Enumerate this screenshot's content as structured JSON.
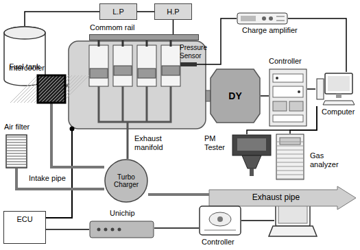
{
  "diagram": {
    "nodes": [
      {
        "text": [
          "Fuel tank"
        ]
      },
      {
        "text": [
          "L.P"
        ]
      },
      {
        "text": [
          "H.P"
        ]
      },
      {
        "text": [
          "Commom rail"
        ]
      },
      {
        "text": [
          "Charge amplifier"
        ]
      },
      {
        "text": [
          "Intercooler"
        ]
      },
      {
        "text": [
          "DY"
        ]
      },
      {
        "text": [
          "Controller"
        ]
      },
      {
        "text": [
          "Computer"
        ]
      },
      {
        "text": [
          "Air filter"
        ]
      },
      {
        "text": [
          "Turbo Charger"
        ]
      },
      {
        "text": [
          "PM Tester"
        ]
      },
      {
        "text": [
          "Gas analyzer"
        ]
      },
      {
        "text": [
          "Exhaust pipe"
        ]
      },
      {
        "text": [
          "ECU"
        ]
      },
      {
        "text": [
          "Unichip"
        ]
      },
      {
        "text": [
          "Controller"
        ]
      }
    ],
    "edges": [
      {
        "from": 0,
        "to": 1,
        "arrow": "none"
      },
      {
        "from": 1,
        "to": 2,
        "arrow": "none"
      },
      {
        "from": 2,
        "to": 3,
        "arrow": "none"
      },
      {
        "from": 4,
        "to": 8,
        "arrow": "none"
      },
      {
        "from": 6,
        "to": 7,
        "arrow": "none"
      },
      {
        "from": 7,
        "to": 8,
        "arrow": "none"
      },
      {
        "from": 11,
        "to": 8,
        "arrow": "none"
      },
      {
        "from": 12,
        "to": 8,
        "arrow": "none"
      },
      {
        "from": 5,
        "to": 10,
        "arrow": "none"
      },
      {
        "from": 9,
        "to": 10,
        "arrow": "none"
      },
      {
        "from": 10,
        "to": 13,
        "arrow": "none"
      },
      {
        "from": 14,
        "to": 15,
        "arrow": "none"
      },
      {
        "from": 15,
        "to": 16,
        "arrow": "none"
      }
    ],
    "labels": [
      "Pressure Sensor",
      "Exhaust manifold",
      "Intake pipe"
    ]
  }
}
